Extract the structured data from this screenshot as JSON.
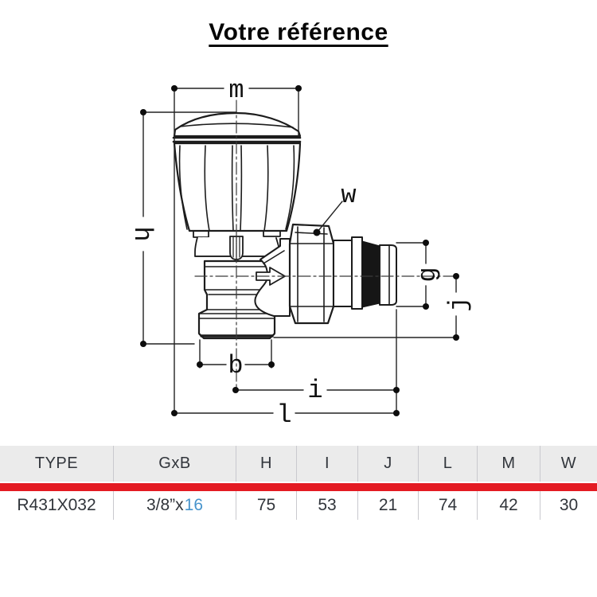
{
  "title": "Votre référence",
  "diagram": {
    "labels": {
      "m": "m",
      "h": "h",
      "w": "w",
      "g": "g",
      "j": "j",
      "b": "b",
      "i": "i",
      "l": "l"
    }
  },
  "table": {
    "headers": [
      "TYPE",
      "GxB",
      "H",
      "I",
      "J",
      "L",
      "M",
      "W"
    ],
    "row": {
      "type": "R431X032",
      "gxb_size": "3/8”x",
      "gxb_thread": "16",
      "H": "75",
      "I": "53",
      "J": "21",
      "L": "74",
      "M": "42",
      "W": "30"
    }
  },
  "colors": {
    "accent_red": "#e41b23",
    "accent_blue": "#4794cc",
    "line": "#1c1c1c",
    "table_header_bg": "#ebebeb",
    "table_border": "#c9c9ce",
    "text": "#31353b"
  }
}
